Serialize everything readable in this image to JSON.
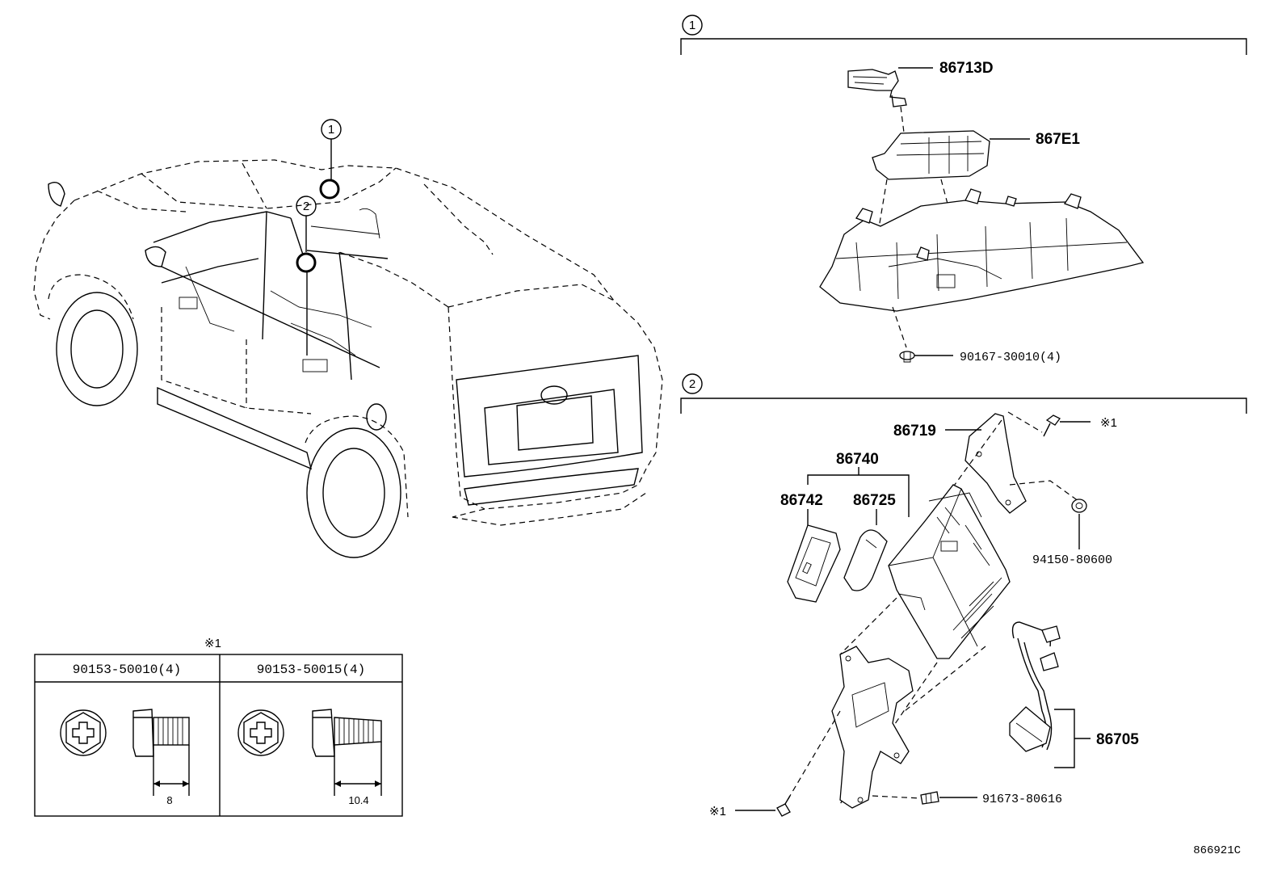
{
  "callouts": {
    "c1": "1",
    "c2": "2"
  },
  "section1": {
    "parts": {
      "p86713D": "86713D",
      "p867E1": "867E1",
      "p90167": "90167-30010(4)"
    }
  },
  "section2": {
    "parts": {
      "p86719": "86719",
      "p86740": "86740",
      "p86742": "86742",
      "p86725": "86725",
      "p94150": "94150-80600",
      "p86705": "86705",
      "p91673": "91673-80616"
    },
    "screw_note": "※1"
  },
  "table": {
    "note": "※1",
    "col1": "90153-50010(4)",
    "col2": "90153-50015(4)",
    "dim1": "8",
    "dim2": "10.4"
  },
  "diagram_ref": "866921C"
}
